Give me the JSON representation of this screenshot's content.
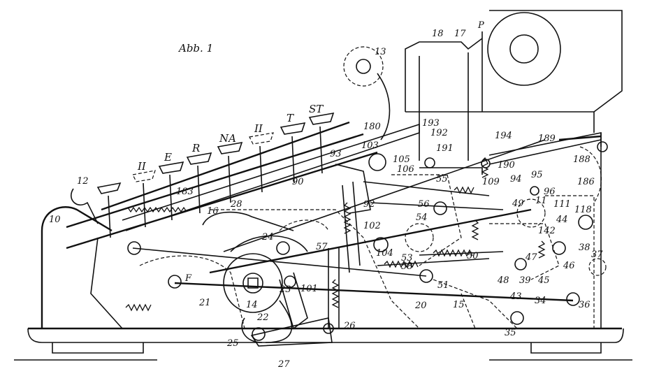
{
  "figure": {
    "title": "Abb. 1"
  },
  "key_labels": [
    "II",
    "E",
    "R",
    "NA",
    "II",
    "T",
    "ST"
  ],
  "reference_numerals": {
    "n10": "10",
    "n11": "11",
    "n12": "12",
    "n13": "13",
    "n14": "14",
    "n15": "15",
    "n16": "16",
    "n17": "17",
    "n18": "18",
    "n20": "20",
    "n21": "21",
    "n22": "22",
    "n23": "23",
    "n24": "24",
    "n25": "25",
    "n26": "26",
    "n27": "27",
    "n28": "28",
    "n34": "34",
    "n35": "35",
    "n36": "36",
    "n37": "37",
    "n38": "38",
    "n39": "39",
    "n43": "43",
    "n44": "44",
    "n45": "45",
    "n46": "46",
    "n47": "47",
    "n48": "48",
    "n49": "49",
    "n50": "50",
    "n51": "51",
    "n53": "53",
    "n54": "54",
    "n55": "55",
    "n56": "56",
    "n57": "57",
    "n58": "58",
    "n90": "90",
    "n92": "92",
    "n93": "93",
    "n94": "94",
    "n95": "95",
    "n96": "96",
    "n101": "101",
    "n102": "102",
    "n103": "103",
    "n104": "104",
    "n105": "105",
    "n106": "106",
    "n109": "109",
    "n111": "111",
    "n118": "118",
    "n142": "142",
    "n180": "180",
    "n183": "183",
    "n186": "186",
    "n188": "188",
    "n189": "189",
    "n190": "190",
    "n191": "191",
    "n192": "192",
    "n193": "193",
    "n194": "194",
    "nP": "P",
    "nF": "F"
  }
}
